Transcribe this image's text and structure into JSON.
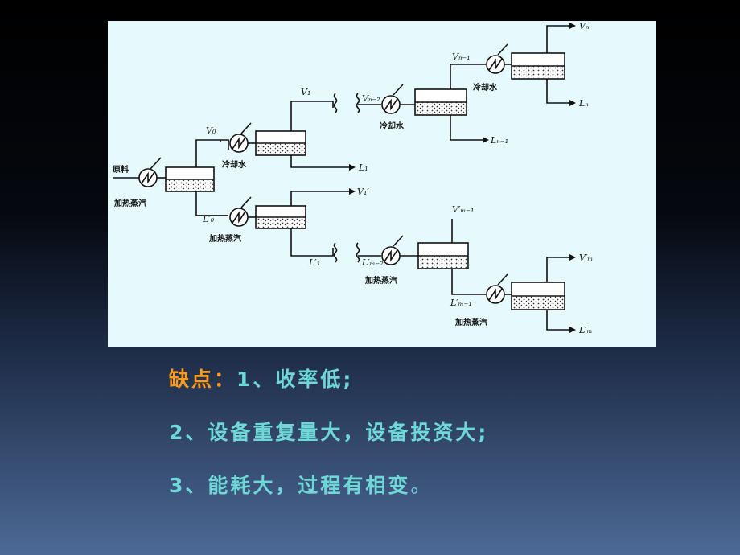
{
  "diagram": {
    "labels": {
      "feed": "原料",
      "heat_steam": "加热蒸汽",
      "cooling_water": "冷却水",
      "V0": "V₀",
      "V1": "V₁",
      "Vn2": "Vₙ₋₂",
      "Vn1": "Vₙ₋₁",
      "Vn": "Vₙ",
      "L1": "L₁",
      "Ln1": "Lₙ₋₁",
      "Ln": "Lₙ",
      "V1p": "V₁′",
      "L0p": "L′₀",
      "L1p": "L′₁",
      "Vm1": "V′ₘ₋₁",
      "Lm2": "L′ₘ₋₂",
      "Vm": "V′ₘ",
      "Lm1": "L′ₘ₋₁",
      "Lm": "L′ₘ"
    }
  },
  "notes": {
    "line1_head": "缺点：",
    "line1_body": "1、收率低;",
    "line2": "2、设备重复量大，设备投资大;",
    "line3_body": "3、能耗大，过程有相变",
    "line3_end": "。"
  },
  "colors": {
    "figure_bg": "#e6f9fc",
    "accent_orange": "#ff9a1a",
    "text_cyan": "#6ed8d8"
  }
}
